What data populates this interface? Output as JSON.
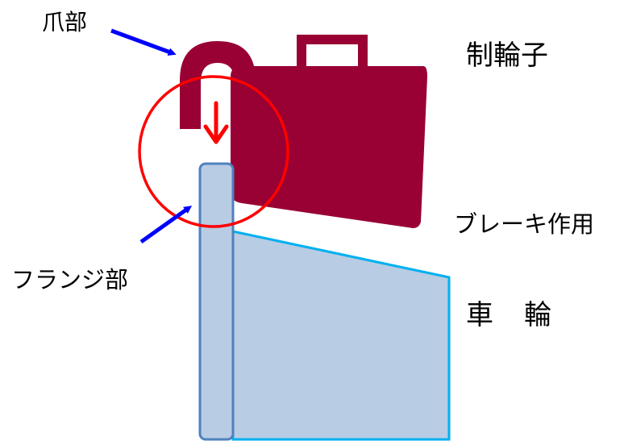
{
  "labels": {
    "claw": "爪部",
    "brake_shoe": "制輪子",
    "brake_action": "ブレーキ作用",
    "flange": "フランジ部",
    "wheel": "車　輪"
  },
  "colors": {
    "brake_shoe_fill": "#990033",
    "wheel_fill": "#b8cce4",
    "wheel_outline": "#00b0f0",
    "flange_outline": "#4f81bd",
    "pointer_arrow": "#0000ff",
    "force_arrow": "#ff0000",
    "highlight_circle": "#ff0000"
  }
}
